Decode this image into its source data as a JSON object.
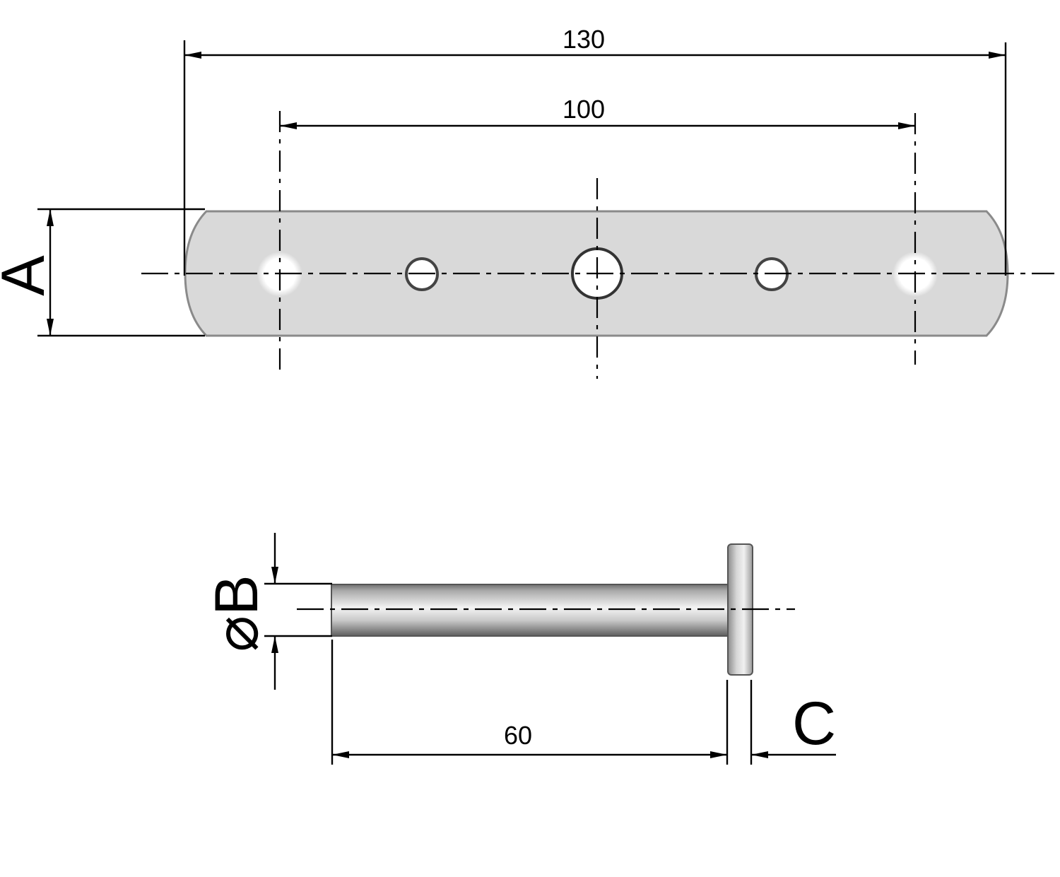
{
  "drawing": {
    "plate": {
      "dim_overall": "130",
      "dim_hole_spacing": "100",
      "dim_height_label": "A"
    },
    "pin": {
      "dim_diameter_label": "⌀B",
      "dim_length": "60",
      "dim_head_label": "C"
    }
  },
  "colors": {
    "plate_fill": "#d9d9d9",
    "pin_light": "#f2f2f2",
    "pin_dark": "#8c8c8c",
    "line": "#000000"
  }
}
